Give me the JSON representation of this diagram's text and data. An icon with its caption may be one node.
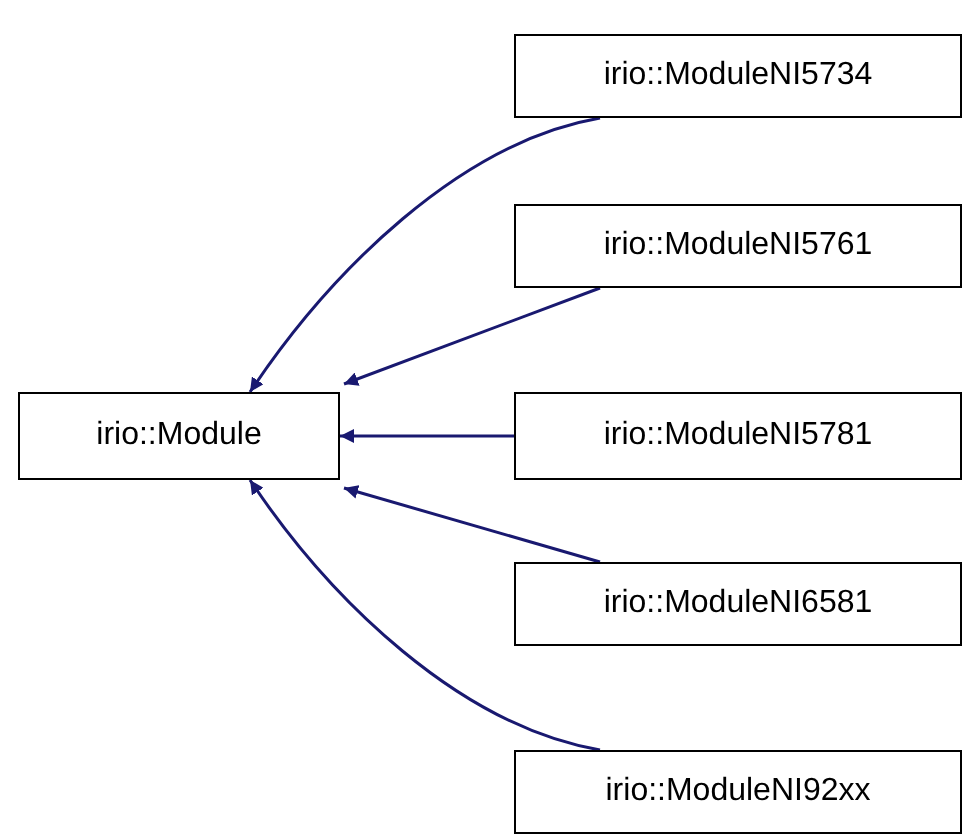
{
  "diagram": {
    "nodes": [
      {
        "text": [
          "irio::Module"
        ]
      },
      {
        "text": [
          "irio::ModuleNI5734"
        ]
      },
      {
        "text": [
          "irio::ModuleNI5761"
        ]
      },
      {
        "text": [
          "irio::ModuleNI5781"
        ]
      },
      {
        "text": [
          "irio::ModuleNI6581"
        ]
      },
      {
        "text": [
          "irio::ModuleNI92xx"
        ]
      }
    ],
    "edges": [
      {
        "from": 1,
        "to": 0,
        "arrow": "to"
      },
      {
        "from": 2,
        "to": 0,
        "arrow": "to"
      },
      {
        "from": 3,
        "to": 0,
        "arrow": "to"
      },
      {
        "from": 4,
        "to": 0,
        "arrow": "to"
      },
      {
        "from": 5,
        "to": 0,
        "arrow": "to"
      }
    ]
  }
}
